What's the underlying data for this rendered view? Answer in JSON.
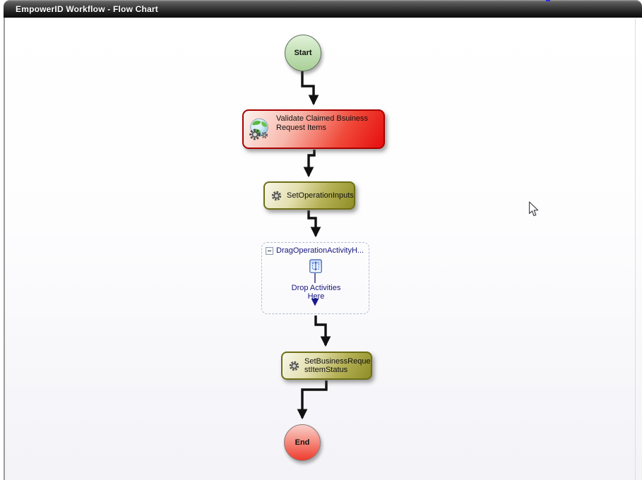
{
  "window": {
    "title": "EmpowerID Workflow - Flow Chart"
  },
  "flowchart": {
    "nodes": {
      "start": {
        "label": "Start",
        "type": "start"
      },
      "validate_claimed": {
        "label": "Validate Claimed Bsuiness Request Items",
        "icon": "globe-gear-icon",
        "status_color": "#e60d0d"
      },
      "set_operation_inputs": {
        "label": "SetOperationInputs",
        "icon": "gear-icon",
        "status_color": "#8f8d26"
      },
      "drag_operation_activity": {
        "header_label": "DragOperationActivityH...",
        "drop_hint": "Drop Activities Here",
        "icon": "drop-target-icon",
        "collapse_icon": "collapse-minus-icon"
      },
      "set_business_request_item_status": {
        "label": "SetBusinessRequestItemStatus",
        "icon": "gear-icon",
        "status_color": "#8f8d26"
      },
      "end": {
        "label": "End",
        "type": "end"
      }
    },
    "colors": {
      "start_node_fill": "#a9cf98",
      "end_node_fill": "#ee3b2e",
      "error_activity_fill": "#e60d0d",
      "activity_olive_fill": "#8f8d26",
      "drop_text_color": "#16167c",
      "connector_color": "#111111",
      "titlebar_color": "#1b1b1b"
    }
  }
}
